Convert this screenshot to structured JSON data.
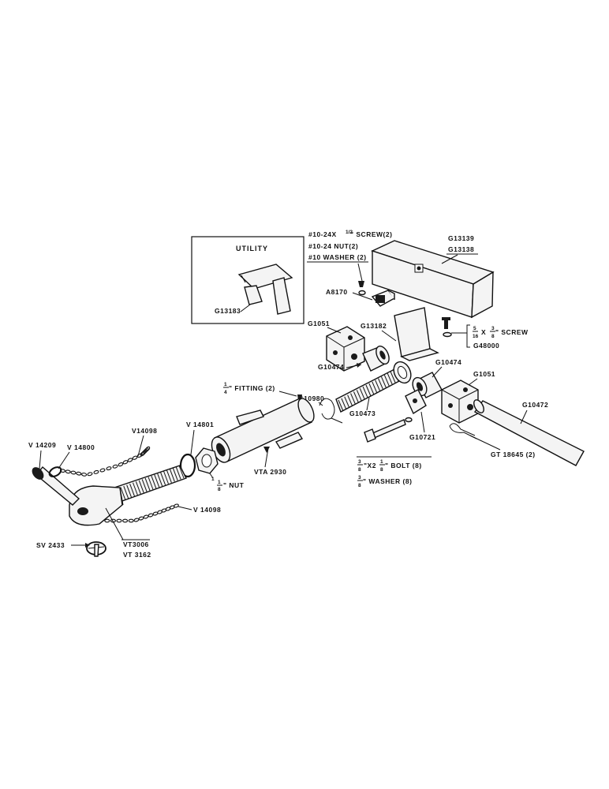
{
  "inset": {
    "title": "UTILITY",
    "part": "G13183"
  },
  "labels": {
    "screw10": "#10-24X",
    "screw10_frac": "1/2",
    "screw10_tail": "\" SCREW(2)",
    "nut10": "#10-24 NUT(2)",
    "washer10": "#10 WASHER (2)",
    "g13139": "G13139",
    "g13138": "G13138",
    "a8170": "A8170",
    "g13182": "G13182",
    "g1051_left": "G1051",
    "g10474_left": "G10474",
    "g10474_right": "G10474",
    "g1051_right": "G1051",
    "screw516": "X",
    "screw516_tail": "\" SCREW",
    "g48000": "G48000",
    "fitting_tail": "\" FITTING (2)",
    "g10980": "G10980",
    "g10473": "G10473",
    "g10472": "G10472",
    "g10721": "G10721",
    "gt18645": "GT 18645 (2)",
    "bolt_tail": "\" BOLT  (8)",
    "washer38_tail": "\" WASHER (8)",
    "vta2930": "VTA 2930",
    "v14801": "V 14801",
    "nut118_tail": "\" NUT",
    "v14209": "V 14209",
    "v14800": "V 14800",
    "v14098_top": "V14098",
    "v14098_bottom": "V 14098",
    "sv2433": "SV 2433",
    "vt3006": "VT3006",
    "vt3162": "VT 3162"
  }
}
